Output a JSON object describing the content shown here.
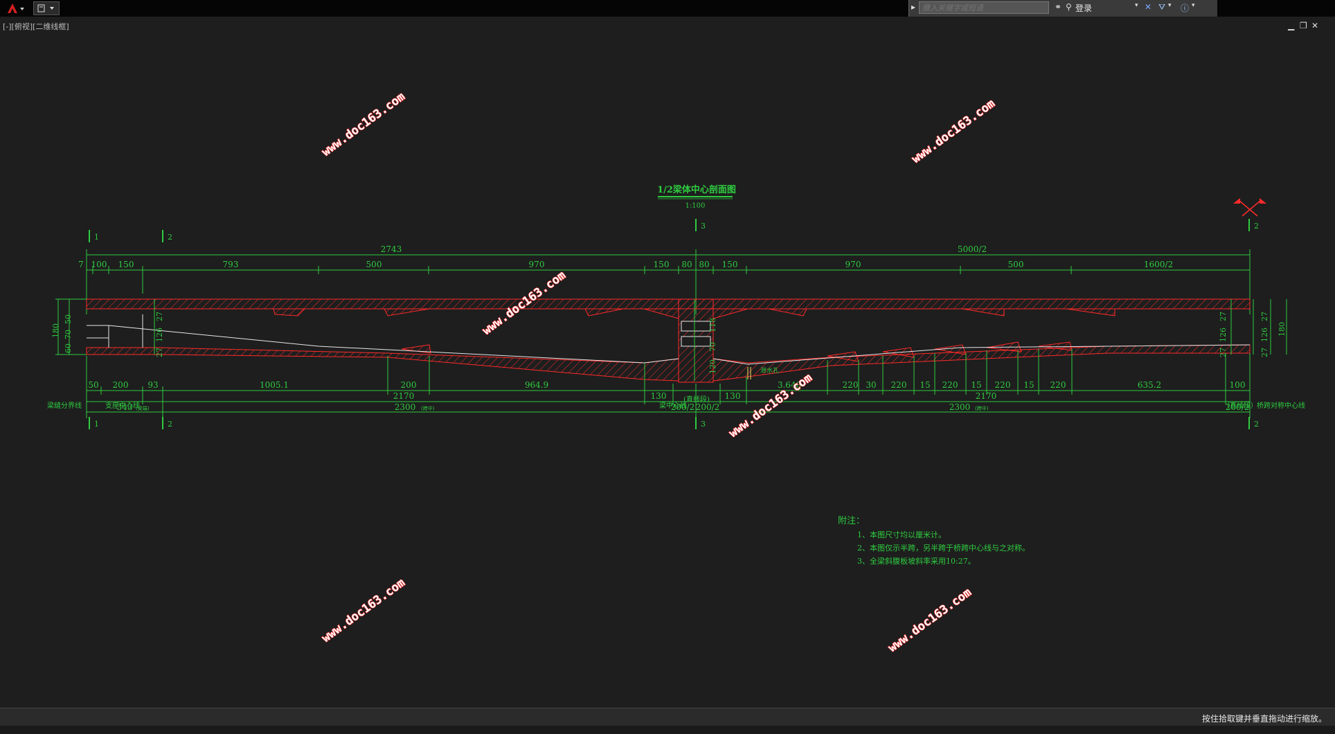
{
  "toolbar": {
    "search_placeholder": "键入关键字或短语",
    "login_label": "登录"
  },
  "viewport": {
    "label": "[-][俯视][二维线框]"
  },
  "drawing": {
    "title": "1/2梁体中心剖面图",
    "scale": "1:100",
    "watermark": "www.doc163.com",
    "sections": [
      "1",
      "2",
      "3",
      "2"
    ],
    "dims_top_overall": [
      "2743",
      "5000/2"
    ],
    "dims_top_left": [
      "7",
      "100",
      "150",
      "793",
      "500",
      "970",
      "150",
      "80"
    ],
    "dims_top_right": [
      "80",
      "150",
      "970",
      "500",
      "1600/2"
    ],
    "left_vertical": [
      "180",
      "60",
      "70",
      "50",
      "27",
      "126",
      "27"
    ],
    "center_vertical": [
      "118",
      "70",
      "120"
    ],
    "right_vertical": [
      "27",
      "126",
      "27",
      "27",
      "126",
      "27",
      "180"
    ],
    "dims_bottom_row1": [
      "50",
      "200",
      "93",
      "1005.1",
      "200",
      "964.9",
      "130",
      "(直线段)",
      "130",
      "3.648",
      "220",
      "30",
      "220",
      "15",
      "220",
      "15",
      "220",
      "15",
      "220",
      "635.2",
      "100"
    ],
    "dims_bottom_row2_left": [
      "343",
      "2170",
      "200/2"
    ],
    "dims_bottom_row2_right": [
      "200/2",
      "2170",
      "200/2"
    ],
    "dims_bottom_row3": [
      "2300",
      "2300"
    ],
    "small_labels": [
      "(梁端)",
      "(跨中)",
      "(跨中)"
    ],
    "bottom_labels": [
      "梁缝分界线",
      "支座中心线",
      "梁中心线",
      "（直线段）",
      "桥跨对称中心线"
    ],
    "drain_hole": "泄水孔",
    "notes_title": "附注：",
    "notes": [
      "1、本图尺寸均以厘米计。",
      "2、本图仅示半跨，另半跨于桥跨中心线与之对称。",
      "3、全梁斜腹板坡斜率采用10:27。"
    ]
  },
  "status": {
    "message": "按住拾取键并垂直拖动进行缩放。"
  },
  "colors": {
    "line": "#2ecc40",
    "section": "#ff2a2a",
    "outline": "#e8e8e8",
    "background": "#1e1e1e"
  }
}
